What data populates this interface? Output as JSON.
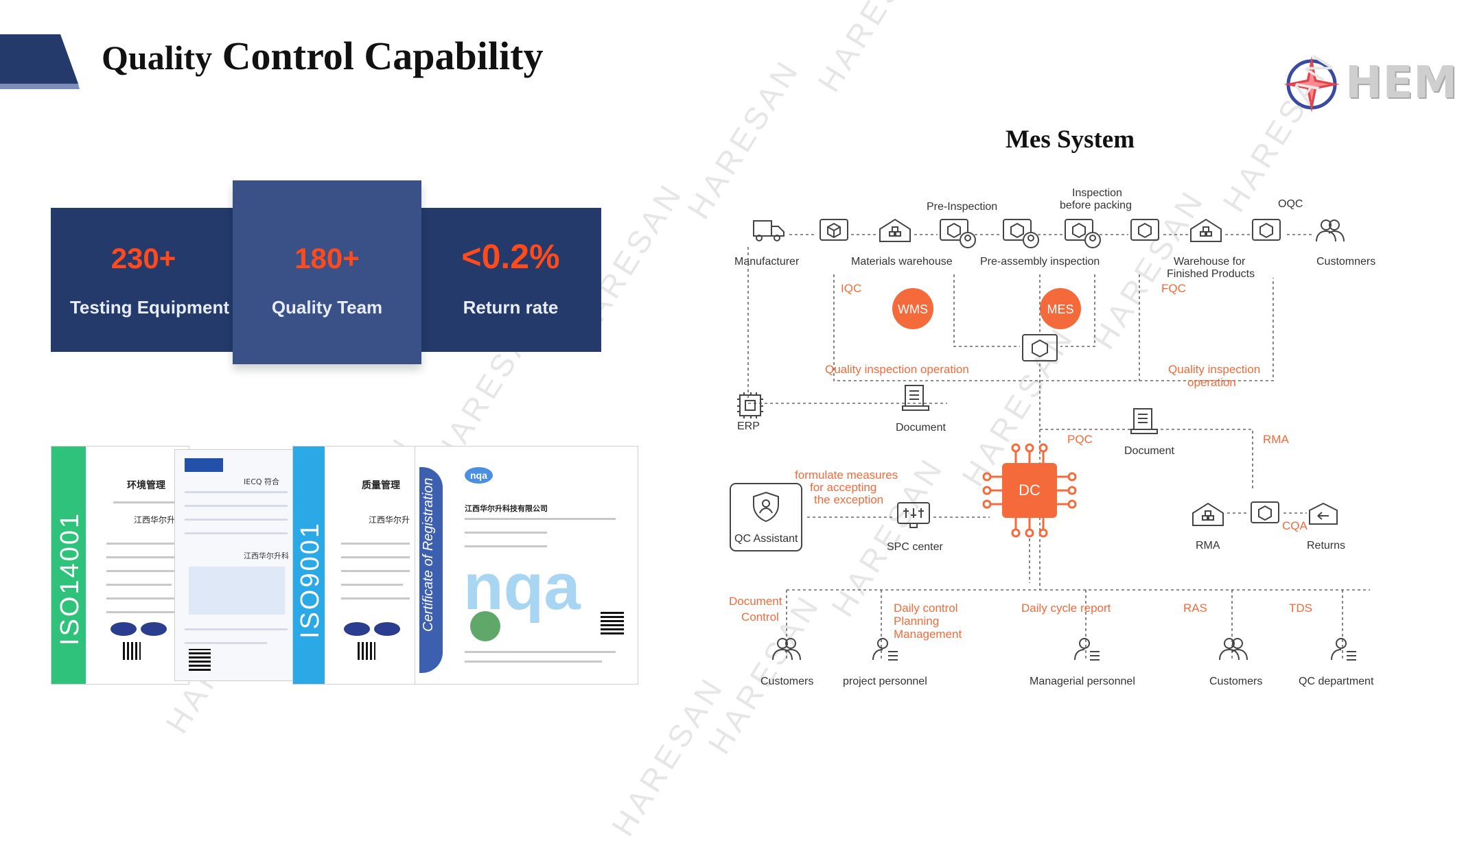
{
  "title": {
    "part1": "Quality",
    "part2": "Control Capability"
  },
  "logo": {
    "text": "HEM",
    "star_color": "#2f3f8f",
    "text_color": "#d0d0d0"
  },
  "watermark": "HARESAN",
  "stats": [
    {
      "value": "230+",
      "label": "Testing Equipment"
    },
    {
      "value": "180+",
      "label": "Quality Team"
    },
    {
      "value": "<0.2%",
      "label": "Return rate"
    }
  ],
  "colors": {
    "navy": "#233a6b",
    "navy_mid": "#3a5188",
    "accent_orange": "#ff4a1c",
    "diagram_orange": "#f46a3a",
    "iso_green": "#2fc27a",
    "iso_blue": "#2ba8e6"
  },
  "certificates": [
    {
      "stripe": "ISO14001",
      "heading": "环境管理",
      "company": "江西华尔升"
    },
    {
      "stripe": "",
      "heading": "IECQ 符合",
      "company": "江西华尔升科"
    },
    {
      "stripe": "ISO9001",
      "heading": "质量管理",
      "company": "江西华尔升"
    },
    {
      "stripe": "Certificate of Registration",
      "heading": "nqa",
      "company": "江西华尔升科技有限公司"
    }
  ],
  "mes": {
    "title": "Mes System",
    "top_nodes": [
      "Manufacturer",
      "Materials warehouse",
      "Pre-assembly inspection",
      "Warehouse for Finished Products",
      "Customners"
    ],
    "top_captions": [
      "Pre-Inspection",
      "Inspection before packing",
      "OQC"
    ],
    "badges": [
      "WMS",
      "MES",
      "DC"
    ],
    "orange_labels": [
      "IQC",
      "FQC",
      "Quality inspection operation",
      "Quality inspection operation",
      "PQC",
      "RMA",
      "formulate measures for accepting the exception",
      "CQA",
      "Document Control",
      "Daily control Planning Management",
      "Daily cycle report",
      "RAS",
      "TDS"
    ],
    "mid_nodes": [
      "ERP",
      "Document",
      "Document",
      "QC Assistant",
      "SPC center",
      "RMA",
      "Returns"
    ],
    "bottom_nodes": [
      "Customers",
      "project personnel",
      "Managerial personnel",
      "Customers",
      "QC department"
    ]
  }
}
